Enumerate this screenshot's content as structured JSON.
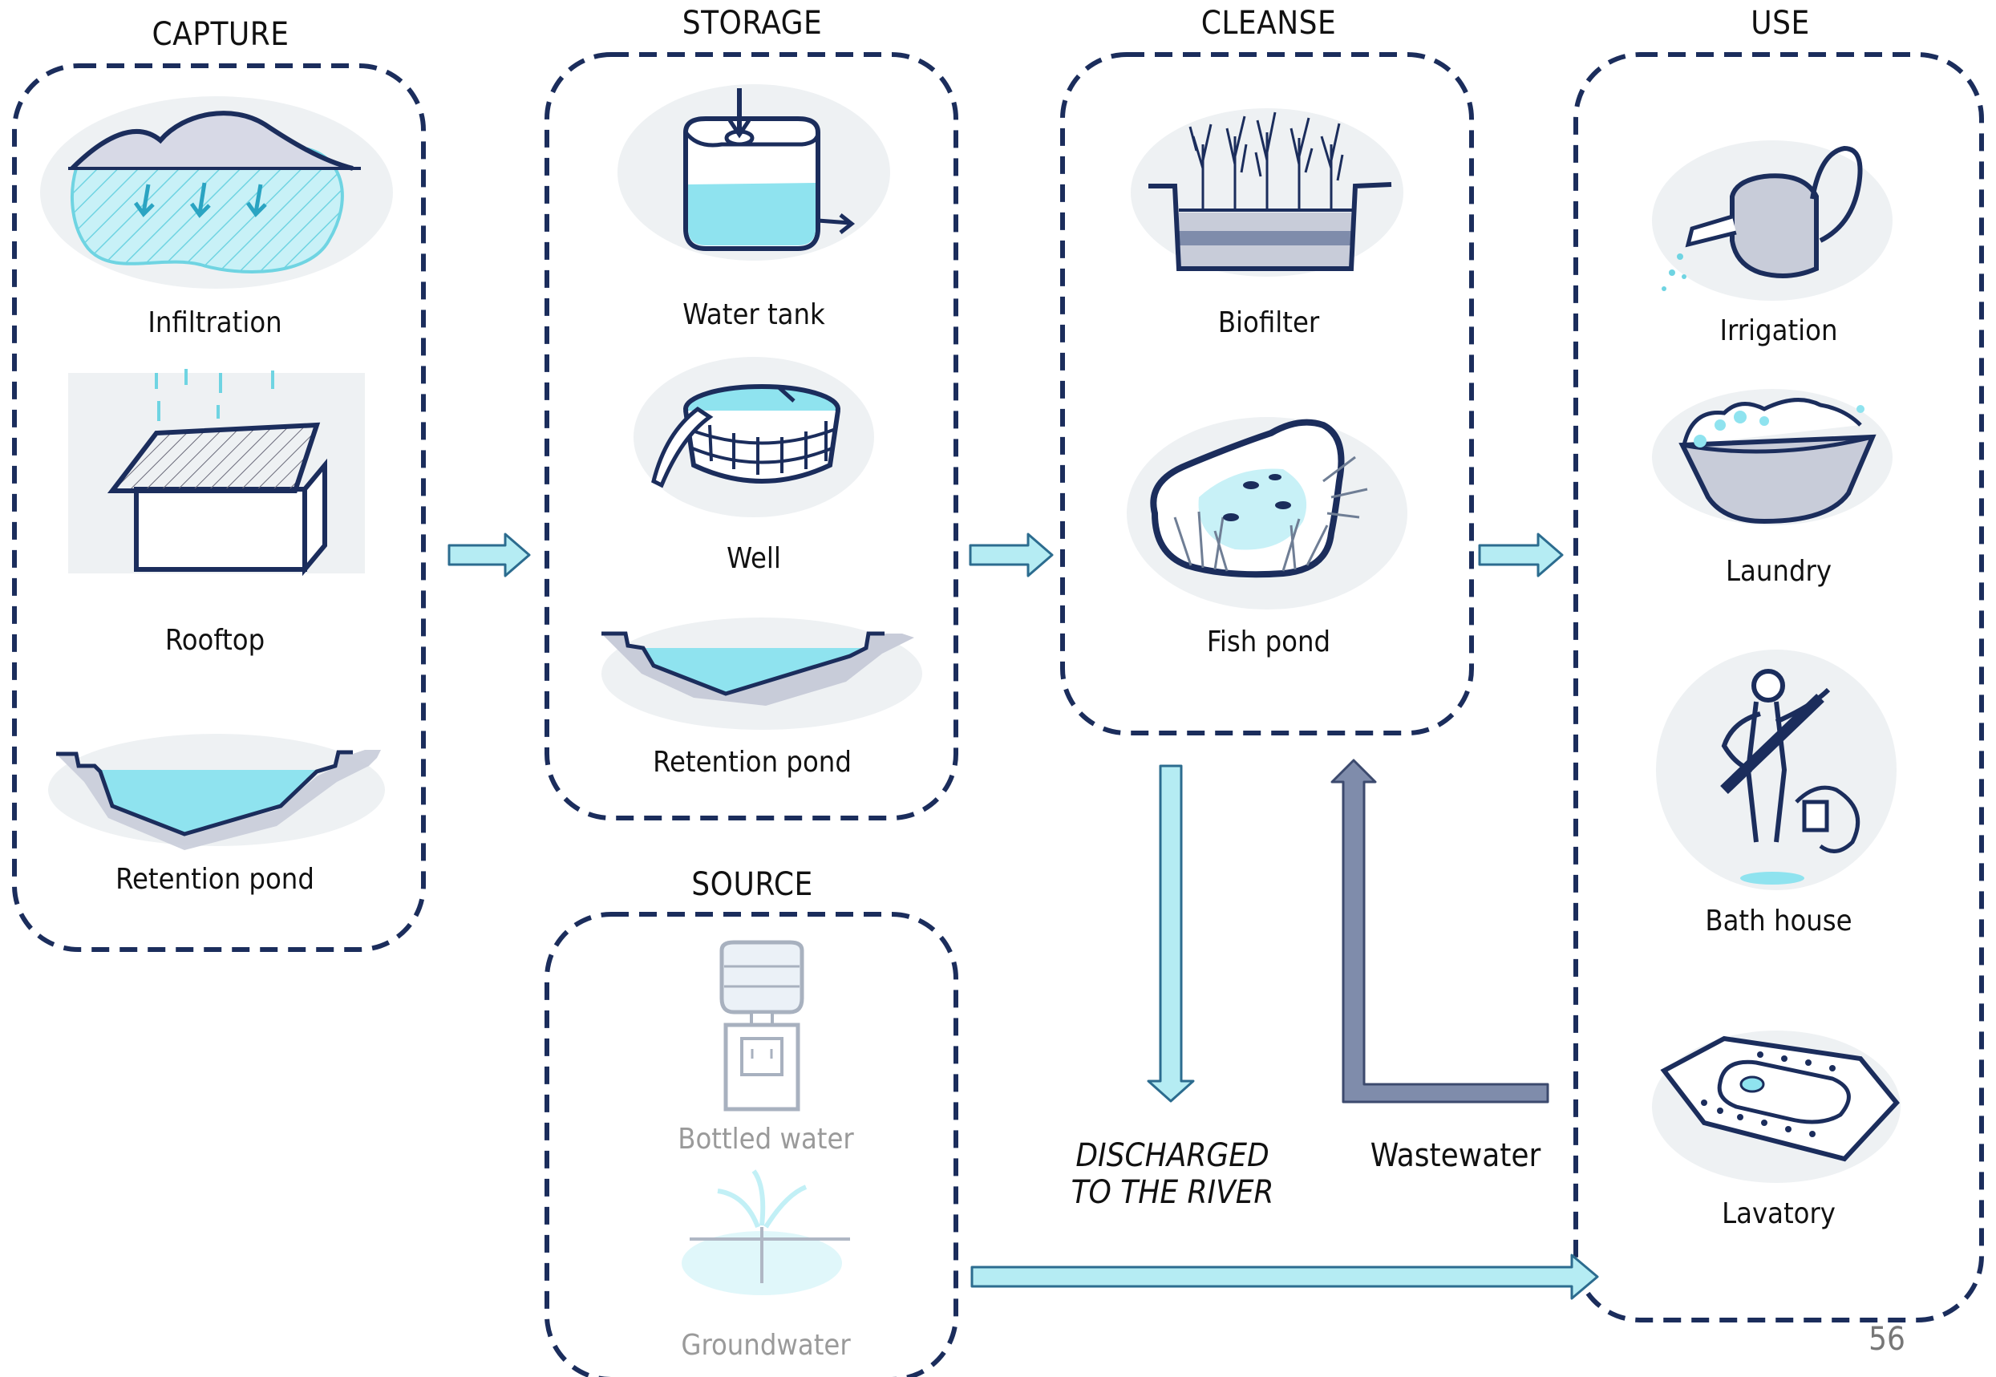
{
  "stages": {
    "capture": {
      "title": "CAPTURE",
      "items": [
        {
          "label": "Infiltration",
          "icon": "infiltration-icon"
        },
        {
          "label": "Rooftop",
          "icon": "rooftop-icon"
        },
        {
          "label": "Retention pond",
          "icon": "retention-pond-icon"
        }
      ]
    },
    "storage": {
      "title": "STORAGE",
      "items": [
        {
          "label": "Water tank",
          "icon": "water-tank-icon"
        },
        {
          "label": "Well",
          "icon": "well-icon"
        },
        {
          "label": "Retention pond",
          "icon": "retention-pond-icon"
        }
      ]
    },
    "source": {
      "title": "SOURCE",
      "items": [
        {
          "label": "Bottled water",
          "icon": "water-dispenser-icon"
        },
        {
          "label": "Groundwater",
          "icon": "groundwater-icon"
        }
      ]
    },
    "cleanse": {
      "title": "CLEANSE",
      "items": [
        {
          "label": "Biofilter",
          "icon": "biofilter-icon"
        },
        {
          "label": "Fish pond",
          "icon": "fish-pond-icon"
        }
      ]
    },
    "use": {
      "title": "USE",
      "items": [
        {
          "label": "Irrigation",
          "icon": "watering-can-icon"
        },
        {
          "label": "Laundry",
          "icon": "laundry-basin-icon"
        },
        {
          "label": "Bath house",
          "icon": "bathing-person-icon"
        },
        {
          "label": "Lavatory",
          "icon": "squat-toilet-icon"
        }
      ]
    }
  },
  "flows": {
    "discharge_line1": "DISCHARGED",
    "discharge_line2": "TO THE RIVER",
    "wastewater": "Wastewater"
  },
  "page_number": "56",
  "colors": {
    "border": "#1b2d5c",
    "water": "#8fe3ef",
    "water_light": "#c8f1f7",
    "flow_arrow": "#b5ecf3",
    "wastewater_arrow": "#7f8cab",
    "ink": "#111111",
    "faded_text": "#9a9a9a"
  }
}
